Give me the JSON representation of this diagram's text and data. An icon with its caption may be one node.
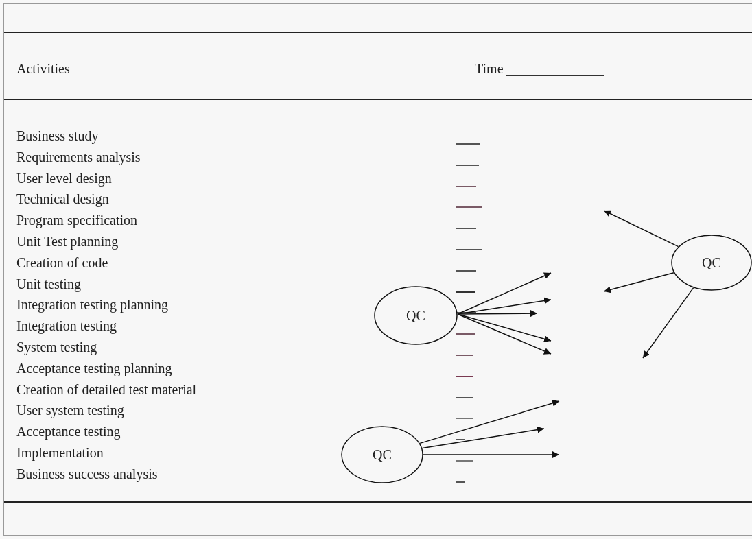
{
  "diagram": {
    "nodes": [
      {
        "text": [
          "QC"
        ]
      },
      {
        "text": [
          "QC"
        ]
      },
      {
        "text": [
          "QC"
        ]
      }
    ],
    "edges": [
      {
        "from": 0,
        "to": null,
        "arrow": "to"
      },
      {
        "from": 0,
        "to": null,
        "arrow": "to"
      },
      {
        "from": 0,
        "to": null,
        "arrow": "to"
      },
      {
        "from": 1,
        "to": null,
        "arrow": "to"
      },
      {
        "from": 1,
        "to": null,
        "arrow": "to"
      },
      {
        "from": 1,
        "to": null,
        "arrow": "to"
      },
      {
        "from": 1,
        "to": null,
        "arrow": "to"
      },
      {
        "from": 1,
        "to": null,
        "arrow": "to"
      },
      {
        "from": 2,
        "to": null,
        "arrow": "to"
      },
      {
        "from": 2,
        "to": null,
        "arrow": "to"
      },
      {
        "from": 2,
        "to": null,
        "arrow": "to"
      }
    ],
    "labels": [
      "Activities",
      "Time",
      "Business study",
      "Requirements analysis",
      "User level design",
      "Technical design",
      "Program specification",
      "Unit Test planning",
      "Creation of code",
      "Unit testing",
      "Integration testing planning",
      "Integration testing",
      "System testing",
      "Acceptance testing planning",
      "Creation of detailed test material",
      "User system testing",
      "Acceptance testing",
      "Implementation",
      "Business success analysis"
    ]
  }
}
